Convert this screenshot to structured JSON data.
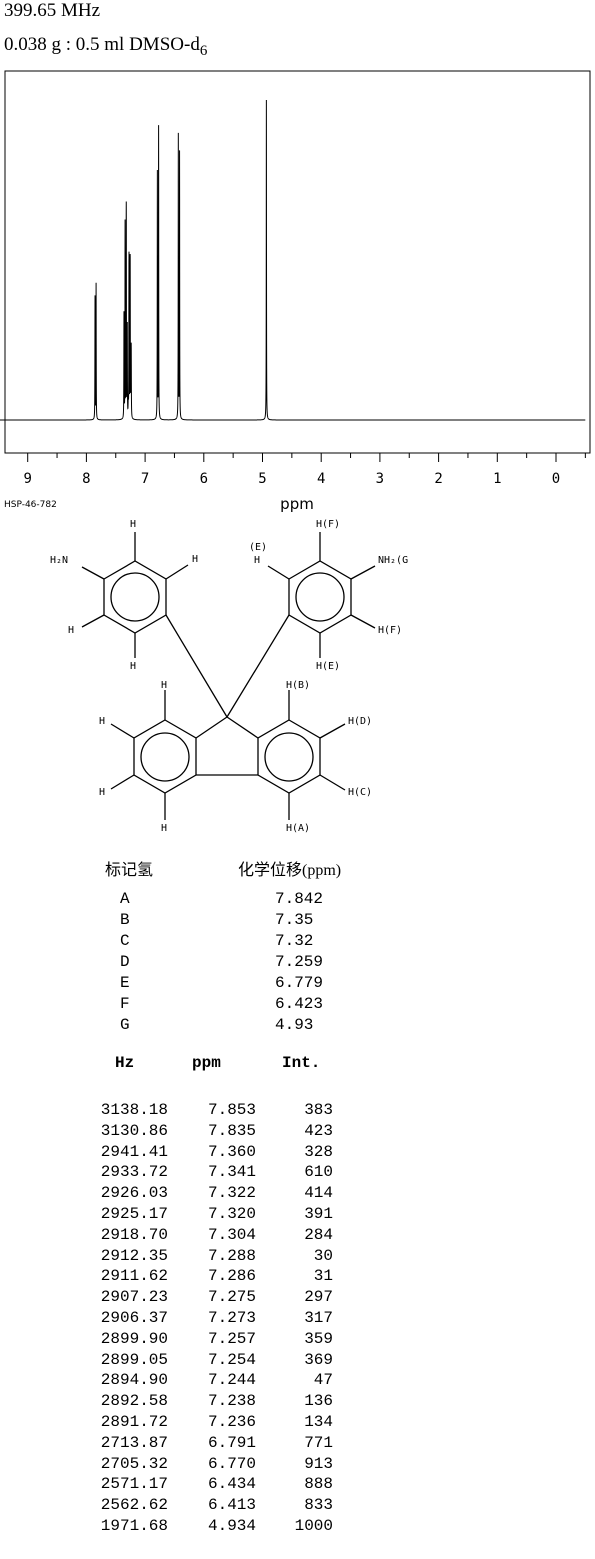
{
  "header": {
    "frequency": "399.65 MHz",
    "sample_prefix": "0.038 g : 0.5 ml DMSO-d",
    "sample_subscript": "6"
  },
  "chart_data": {
    "type": "line",
    "title": "",
    "xlabel": "ppm",
    "ylabel": "",
    "xlim": [
      9.5,
      -0.5
    ],
    "x_reversed": true,
    "x_ticks": [
      "9",
      "8",
      "7",
      "6",
      "5",
      "4",
      "3",
      "2",
      "1",
      "0"
    ],
    "grid": false,
    "series": [
      {
        "peaks": [
          {
            "ppm": 7.853,
            "int": 383
          },
          {
            "ppm": 7.835,
            "int": 423
          },
          {
            "ppm": 7.36,
            "int": 328
          },
          {
            "ppm": 7.341,
            "int": 610
          },
          {
            "ppm": 7.322,
            "int": 414
          },
          {
            "ppm": 7.32,
            "int": 391
          },
          {
            "ppm": 7.304,
            "int": 284
          },
          {
            "ppm": 7.288,
            "int": 30
          },
          {
            "ppm": 7.286,
            "int": 31
          },
          {
            "ppm": 7.275,
            "int": 297
          },
          {
            "ppm": 7.273,
            "int": 317
          },
          {
            "ppm": 7.257,
            "int": 359
          },
          {
            "ppm": 7.254,
            "int": 369
          },
          {
            "ppm": 7.244,
            "int": 47
          },
          {
            "ppm": 7.238,
            "int": 136
          },
          {
            "ppm": 7.236,
            "int": 134
          },
          {
            "ppm": 6.791,
            "int": 771
          },
          {
            "ppm": 6.77,
            "int": 913
          },
          {
            "ppm": 6.434,
            "int": 888
          },
          {
            "ppm": 6.413,
            "int": 833
          },
          {
            "ppm": 4.934,
            "int": 1000
          }
        ]
      }
    ]
  },
  "code": "HSP-46-782",
  "structure_labels": {
    "h": "H",
    "nh2_left": "H₂N",
    "nh2_right": "NH₂(G",
    "hA": "H(A)",
    "hB": "H(B)",
    "hC": "H(C)",
    "hD": "H(D)",
    "hE_top": "(E)",
    "hE_bottom": "H(E)",
    "hF_top": "H(F)",
    "hF_right": "H(F)"
  },
  "assignment": {
    "col1": "标记氢",
    "col2": "化学位移(ppm)",
    "rows": [
      {
        "label": "A",
        "shift": "7.842"
      },
      {
        "label": "B",
        "shift": "7.35"
      },
      {
        "label": "C",
        "shift": "7.32"
      },
      {
        "label": "D",
        "shift": "7.259"
      },
      {
        "label": "E",
        "shift": "6.779"
      },
      {
        "label": "F",
        "shift": "6.423"
      },
      {
        "label": "G",
        "shift": "4.93"
      }
    ]
  },
  "peak_table": {
    "headers": [
      "Hz",
      "ppm",
      "Int."
    ],
    "rows": [
      [
        "3138.18",
        "7.853",
        "383"
      ],
      [
        "3130.86",
        "7.835",
        "423"
      ],
      [
        "2941.41",
        "7.360",
        "328"
      ],
      [
        "2933.72",
        "7.341",
        "610"
      ],
      [
        "2926.03",
        "7.322",
        "414"
      ],
      [
        "2925.17",
        "7.320",
        "391"
      ],
      [
        "2918.70",
        "7.304",
        "284"
      ],
      [
        "2912.35",
        "7.288",
        "30"
      ],
      [
        "2911.62",
        "7.286",
        "31"
      ],
      [
        "2907.23",
        "7.275",
        "297"
      ],
      [
        "2906.37",
        "7.273",
        "317"
      ],
      [
        "2899.90",
        "7.257",
        "359"
      ],
      [
        "2899.05",
        "7.254",
        "369"
      ],
      [
        "2894.90",
        "7.244",
        "47"
      ],
      [
        "2892.58",
        "7.238",
        "136"
      ],
      [
        "2891.72",
        "7.236",
        "134"
      ],
      [
        "2713.87",
        "6.791",
        "771"
      ],
      [
        "2705.32",
        "6.770",
        "913"
      ],
      [
        "2571.17",
        "6.434",
        "888"
      ],
      [
        "2562.62",
        "6.413",
        "833"
      ],
      [
        "1971.68",
        "4.934",
        "1000"
      ]
    ]
  }
}
